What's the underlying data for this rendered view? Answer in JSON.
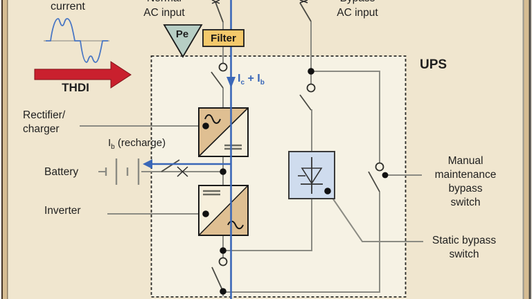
{
  "figure": {
    "type": "UPS single-line schematic diagram",
    "labels": {
      "current": "current",
      "thdi": "THDI",
      "normal_input": [
        "Normal",
        "AC input"
      ],
      "bypass_input": [
        "Bypass",
        "AC input"
      ],
      "pe": "Pe",
      "filter": "Filter",
      "ups": "UPS",
      "rectifier": [
        "Rectifier/",
        "charger"
      ],
      "battery": "Battery",
      "inverter": "Inverter",
      "maintenance_switch": [
        "Manual",
        "maintenance",
        "bypass",
        "switch"
      ],
      "static_switch": [
        "Static bypass",
        "switch"
      ]
    },
    "formulas": {
      "line_current": {
        "i1": "I",
        "sub1": "c",
        "op": " + ",
        "i2": "I",
        "sub2": "b"
      },
      "recharge": {
        "i": "I",
        "sub": "b",
        "rest": " (recharge)"
      }
    },
    "icons": [
      "distorted-current-waveform-icon",
      "thdi-red-arrow-icon",
      "earth-pe-triangle-icon",
      "rectifier-ac-dc-block-icon",
      "inverter-dc-ac-block-icon",
      "thyristor-static-switch-icon",
      "battery-cells-icon",
      "open-switch-icon",
      "breaker-x-icon"
    ],
    "colors": {
      "background_outer": "#f0e6cf",
      "background_inner": "#f6f2e4",
      "frame_tan": "#d6bd93",
      "circuit_gray": "#8b8b83",
      "current_blue": "#3a67b8",
      "thdi_red": "#c9202e",
      "filter_fill": "#f4c96b",
      "pe_fill": "#b7cec5",
      "converter_tan": "#dfbf92",
      "converter_cream": "#f6efdc",
      "static_switch_fill": "#cfdcee",
      "text": "#1f1f1f"
    }
  }
}
